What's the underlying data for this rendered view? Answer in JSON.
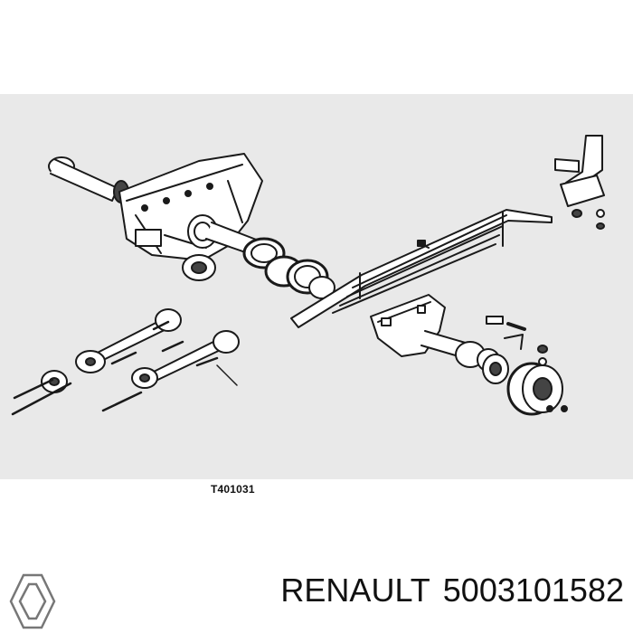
{
  "diagram": {
    "callout_label": "T401031"
  },
  "footer": {
    "brand": "RENAULT",
    "part_number": "5003101582"
  }
}
